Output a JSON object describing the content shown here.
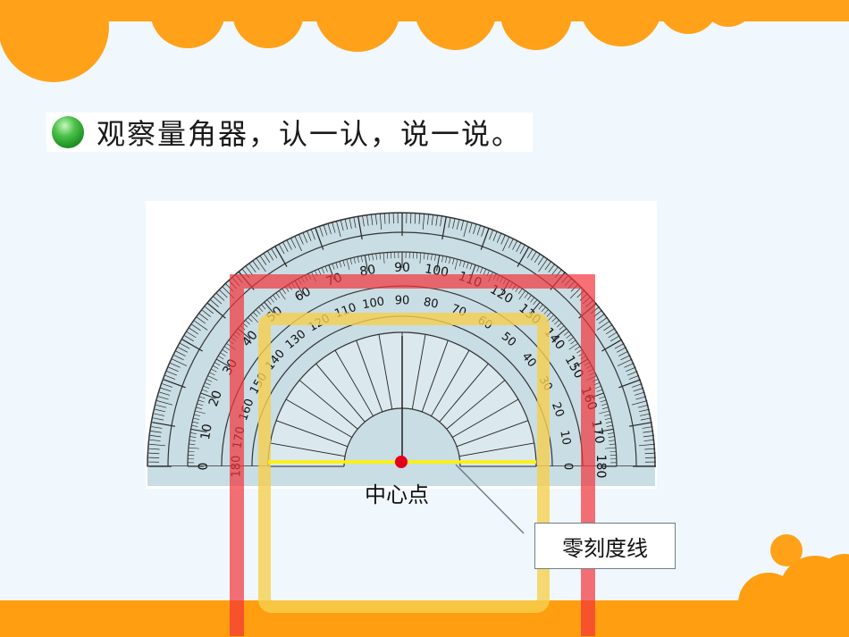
{
  "heading": {
    "text": "观察量角器，认一认，说一说。",
    "bullet_color": "#22a22a"
  },
  "protractor": {
    "outer_scale_labels": [
      "0",
      "10",
      "20",
      "30",
      "40",
      "50",
      "60",
      "70",
      "80",
      "90",
      "100",
      "110",
      "120",
      "130",
      "140",
      "150",
      "160",
      "170",
      "180"
    ],
    "inner_scale_labels": [
      "180",
      "170",
      "160",
      "150",
      "140",
      "130",
      "120",
      "110",
      "100",
      "90",
      "80",
      "70",
      "60",
      "50",
      "40",
      "30",
      "20",
      "10",
      "0"
    ]
  },
  "labels": {
    "center_point": "中心点",
    "zero_line": "零刻度线"
  },
  "colors": {
    "background": "#f1f8fd",
    "top_wave": "#ffa21a",
    "bottom_band": "#ff9e10",
    "protractor_body": "#c9dde4",
    "outer_highlight": "#f2333a",
    "inner_highlight": "#f6cf4e",
    "zero_line": "#fff200",
    "center_dot": "#e3001b"
  }
}
